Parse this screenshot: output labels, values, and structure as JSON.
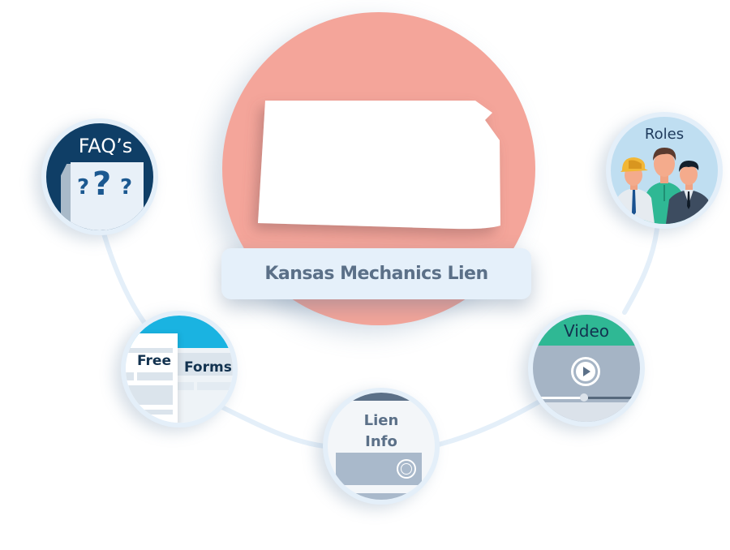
{
  "center": {
    "title": "Kansas Mechanics Lien",
    "circle_color": "#f4a59a",
    "state_shape": "kansas-outline"
  },
  "nodes": {
    "faq": {
      "title": "FAQ’s",
      "glyph_small": "?",
      "glyph_large": "?",
      "color": "#0f3e66"
    },
    "roles": {
      "title": "Roles",
      "color": "#bfdef1"
    },
    "forms": {
      "title_left": "Free",
      "title_right": "Forms",
      "color": "#1ab3e1"
    },
    "lien_info": {
      "title_line1": "Lien",
      "title_line2": "Info",
      "color": "#5b7088"
    },
    "video": {
      "title": "Video",
      "color": "#2fb894"
    }
  },
  "connector_color": "#e4eff9"
}
